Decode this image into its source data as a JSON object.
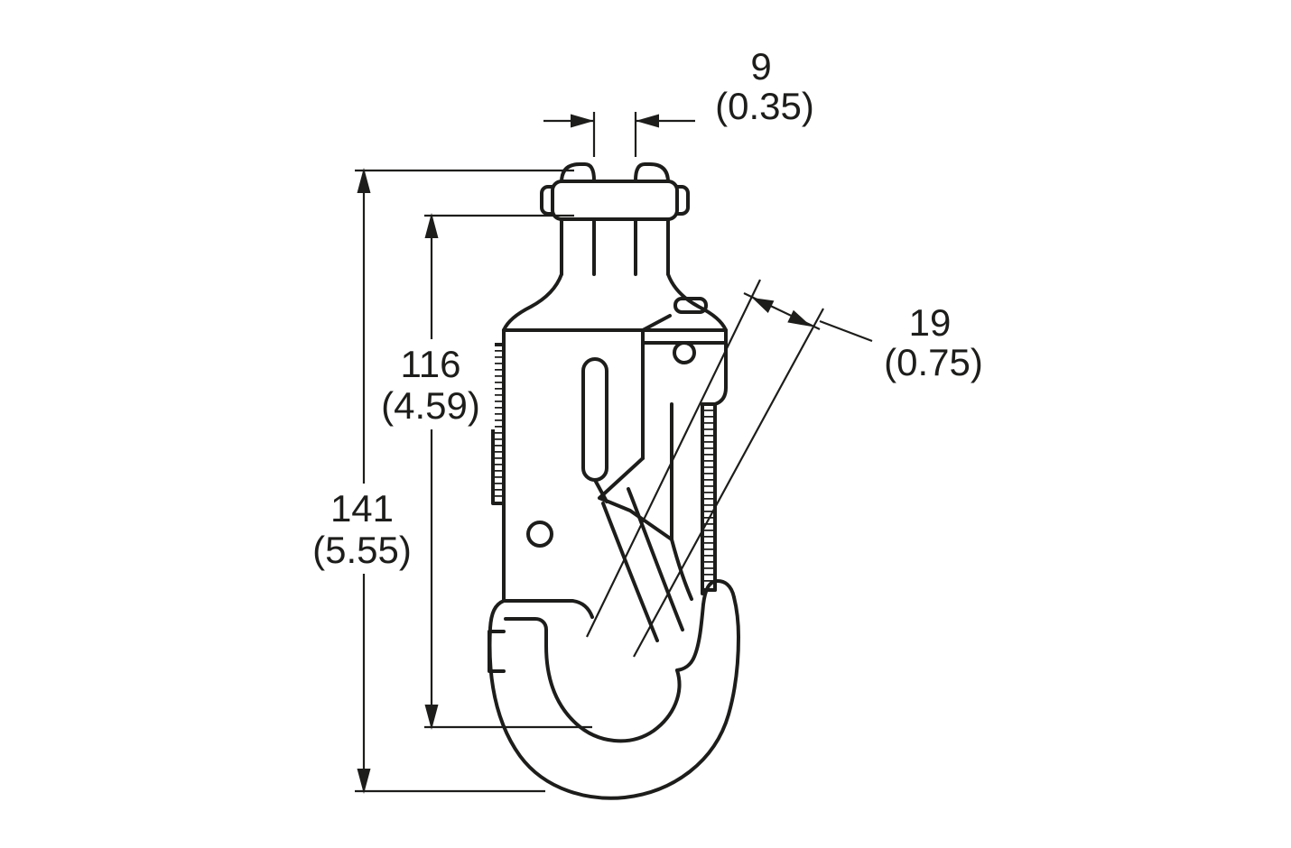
{
  "drawing": {
    "background_color": "#ffffff",
    "line_color": "#1d1d1b",
    "labels": {
      "top_width_mm": "9",
      "top_width_in": "(0.35)",
      "gate_opening_mm": "19",
      "gate_opening_in": "(0.75)",
      "inner_length_mm": "116",
      "inner_length_in": "(4.59)",
      "overall_length_mm": "141",
      "overall_length_in": "(5.55)"
    }
  }
}
